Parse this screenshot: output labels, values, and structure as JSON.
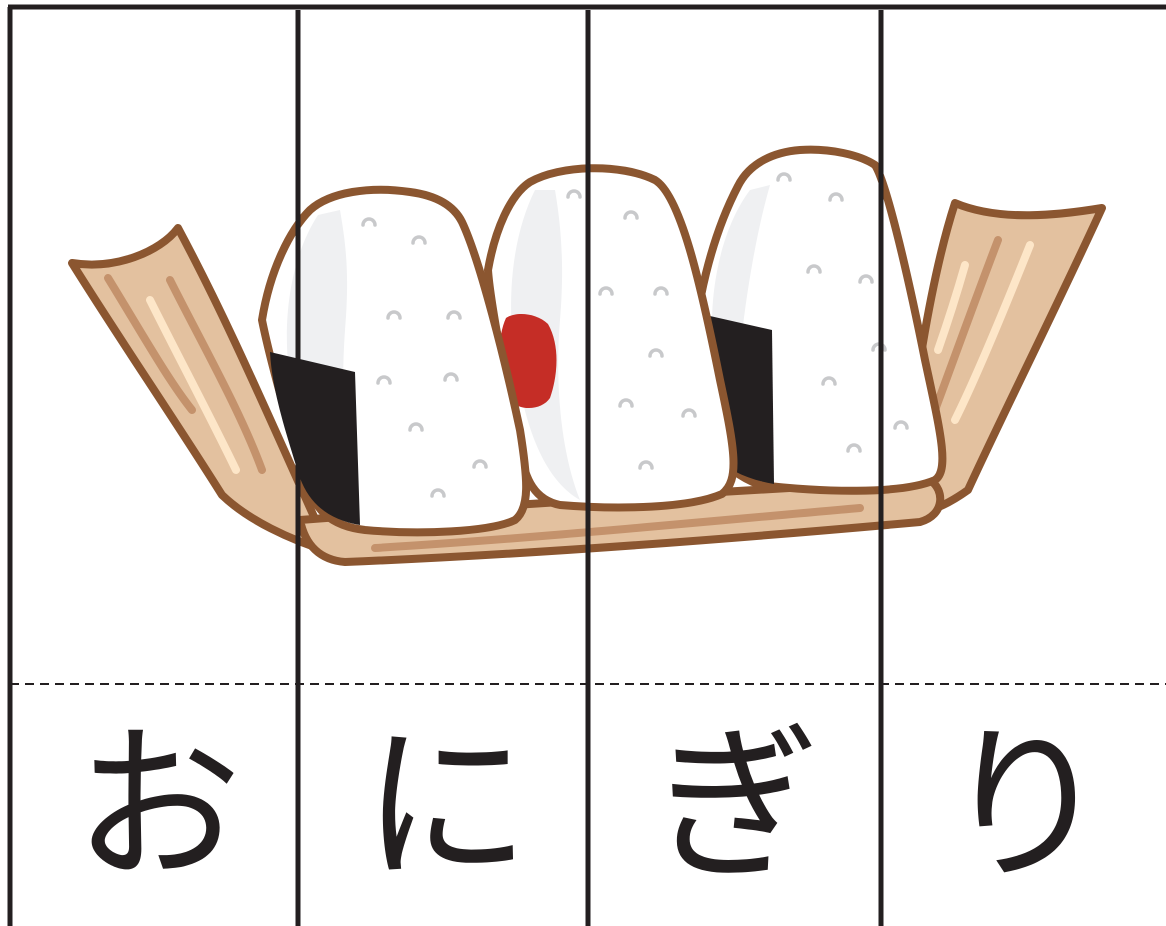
{
  "puzzle": {
    "word": "おにぎり",
    "syllables": [
      {
        "kana": "お"
      },
      {
        "kana": "に"
      },
      {
        "kana": "ぎ"
      },
      {
        "kana": "り"
      }
    ]
  },
  "colors": {
    "outline": "#231f20",
    "tray_fill": "#e3c19f",
    "tray_stroke": "#8b5630",
    "rice": "#ffffff",
    "rice_shade": "#eff0f2",
    "nori": "#231f20",
    "umeboshi": "#c52d26"
  },
  "icons": [
    "onigiri-tray-illustration",
    "onigiri-icon",
    "nori-icon",
    "umeboshi-icon"
  ]
}
